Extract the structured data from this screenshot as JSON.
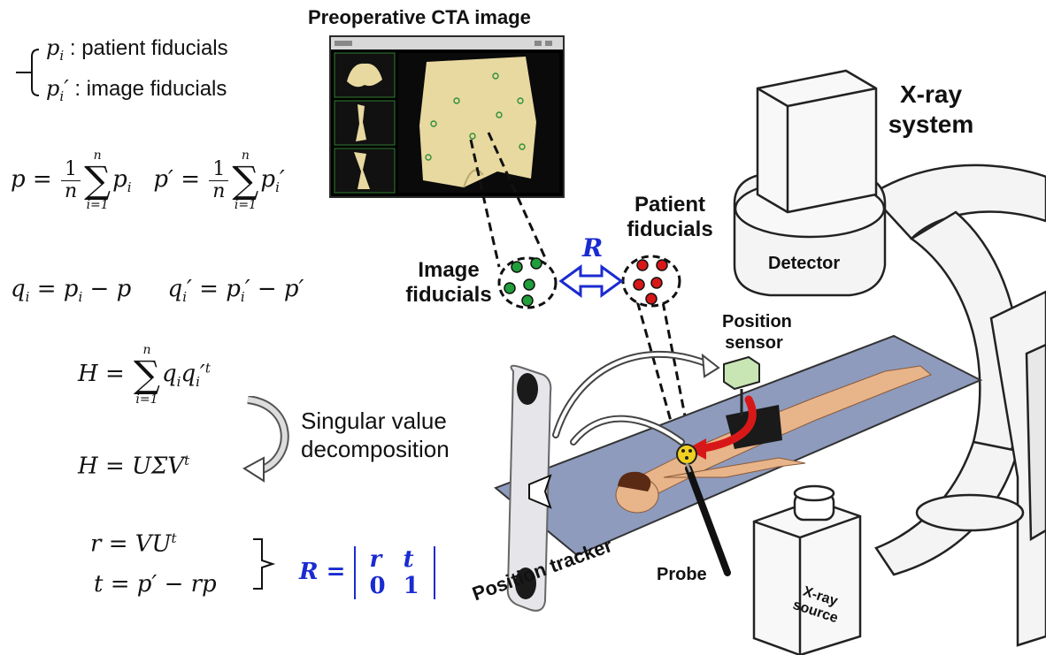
{
  "title": "Preoperative CTA image",
  "legend": {
    "patient": ": patient fiducials",
    "image": ": image fiducials"
  },
  "labels": {
    "image_fiducials": [
      "Image",
      "fiducials"
    ],
    "patient_fiducials": [
      "Patient",
      "fiducials"
    ],
    "R": "R",
    "xray_system": [
      "X-ray",
      "system"
    ],
    "detector": "Detector",
    "position_sensor": [
      "Position",
      "sensor"
    ],
    "probe": "Probe",
    "position_tracker": "Position tracker",
    "xray_source": [
      "X-ray",
      "source"
    ],
    "svd": [
      "Singular value",
      "decomposition"
    ]
  },
  "equations": {
    "rot_r": "r = VU",
    "rot_t": "t = p′ − rp",
    "h_svd": "H = UΣV",
    "matrix": [
      [
        "r",
        "t"
      ],
      [
        "0",
        "1"
      ]
    ]
  },
  "colors": {
    "accent_blue": "#1a2bd0",
    "image_fiducial": "#1f9e3a",
    "patient_fiducial": "#d81818",
    "sensor": "#c8e6b4",
    "ct_bone": "#e8d9a0",
    "table": "#8e9bbd"
  }
}
